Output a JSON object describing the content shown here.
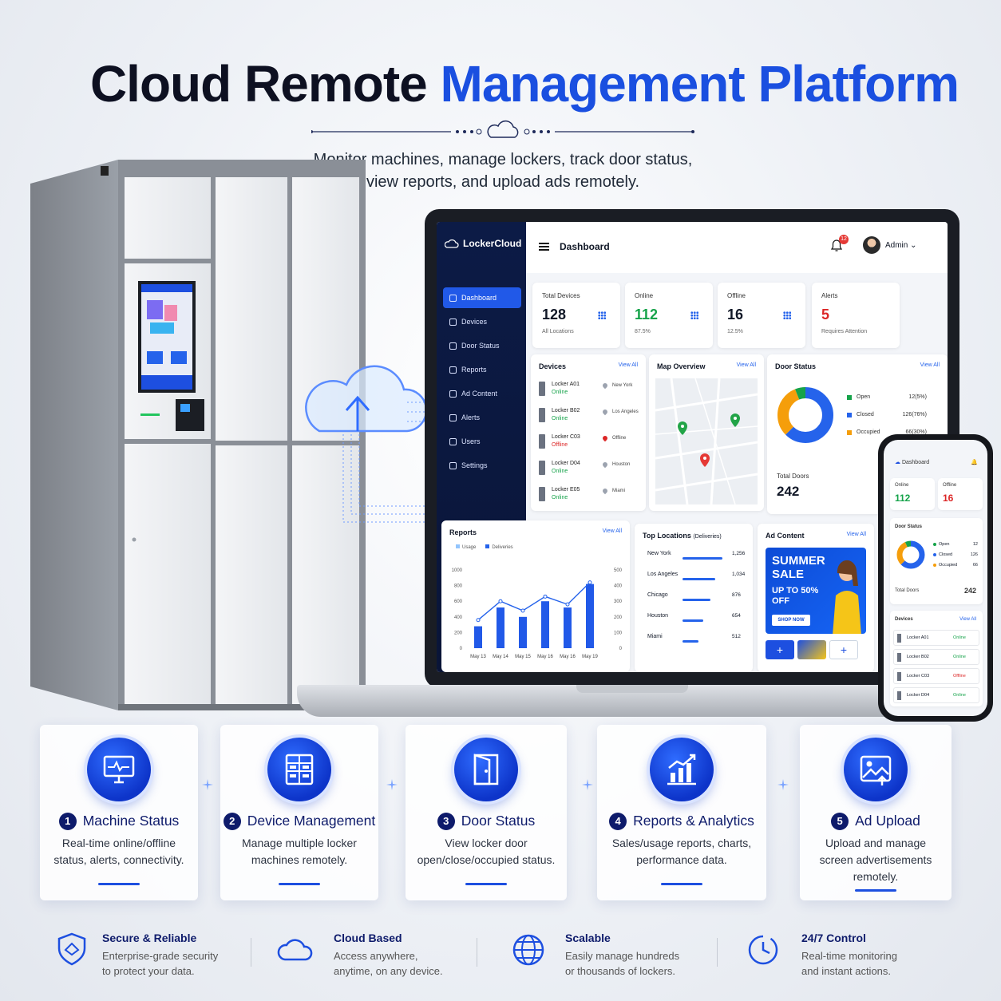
{
  "header": {
    "title_part1": "Cloud Remote",
    "title_part2": "Management Platform",
    "subtitle_line1": "Monitor machines, manage lockers, track door status,",
    "subtitle_line2": "view reports, and upload ads remotely."
  },
  "colors": {
    "brand_blue": "#1a4fe0",
    "navy": "#0e1b6b",
    "online": "#16a34a",
    "offline": "#dc2626"
  },
  "dashboard": {
    "brand": "LockerCloud",
    "page_title": "Dashboard",
    "notification_count": "12",
    "user_name": "Admin",
    "nav": [
      {
        "label": "Dashboard",
        "icon": "dashboard-icon"
      },
      {
        "label": "Devices",
        "icon": "devices-icon"
      },
      {
        "label": "Door Status",
        "icon": "door-icon"
      },
      {
        "label": "Reports",
        "icon": "reports-icon"
      },
      {
        "label": "Ad Content",
        "icon": "ad-icon"
      },
      {
        "label": "Alerts",
        "icon": "alert-icon"
      },
      {
        "label": "Users",
        "icon": "users-icon"
      },
      {
        "label": "Settings",
        "icon": "gear-icon"
      }
    ],
    "stats": [
      {
        "label": "Total Devices",
        "value": "128",
        "sub": "All Locations",
        "color": "#111827"
      },
      {
        "label": "Online",
        "value": "112",
        "sub": "87.5%",
        "color": "#16a34a"
      },
      {
        "label": "Offline",
        "value": "16",
        "sub": "12.5%",
        "color": "#111827"
      },
      {
        "label": "Alerts",
        "value": "5",
        "sub": "Requires Attention",
        "color": "#dc2626"
      }
    ],
    "devices_panel": {
      "title": "Devices",
      "view_all": "View All",
      "rows": [
        {
          "name": "Locker A01",
          "status": "Online",
          "location": "New York"
        },
        {
          "name": "Locker B02",
          "status": "Online",
          "location": "Los Angeles"
        },
        {
          "name": "Locker C03",
          "status": "Offline",
          "location": "Offline"
        },
        {
          "name": "Locker D04",
          "status": "Online",
          "location": "Houston"
        },
        {
          "name": "Locker E05",
          "status": "Online",
          "location": "Miami"
        }
      ]
    },
    "map_panel": {
      "title": "Map Overview",
      "view_all": "View All"
    },
    "door_panel": {
      "title": "Door Status",
      "view_all": "View All",
      "legend": [
        {
          "label": "Open",
          "value": "12(5%)",
          "color": "#16a34a"
        },
        {
          "label": "Closed",
          "value": "126(76%)",
          "color": "#2563eb"
        },
        {
          "label": "Occupied",
          "value": "66(30%)",
          "color": "#f59e0b"
        }
      ],
      "total_label": "Total Doors",
      "total_value": "242"
    },
    "reports_panel": {
      "title": "Reports",
      "view_all": "View All",
      "legend": [
        "Usage",
        "Deliveries"
      ],
      "y_left": [
        "1000",
        "800",
        "600",
        "400",
        "200",
        "0"
      ],
      "y_right": [
        "500",
        "400",
        "300",
        "200",
        "100",
        "0"
      ]
    },
    "top_locations": {
      "title": "Top Locations",
      "title_suffix": "(Deliveries)",
      "rows": [
        {
          "name": "New York",
          "value": "1,256"
        },
        {
          "name": "Los Angeles",
          "value": "1,034"
        },
        {
          "name": "Chicago",
          "value": "876"
        },
        {
          "name": "Houston",
          "value": "654"
        },
        {
          "name": "Miami",
          "value": "512"
        }
      ]
    },
    "ad_panel": {
      "title": "Ad Content",
      "view_all": "View All",
      "headline": "SUMMER SALE",
      "offer": "UP TO 50% OFF",
      "button": "SHOP NOW"
    }
  },
  "chart_data": {
    "type": "bar",
    "title": "Reports",
    "categories": [
      "May 13",
      "May 14",
      "May 15",
      "May 16",
      "May 16",
      "May 19"
    ],
    "series": [
      {
        "name": "Usage",
        "type": "bar",
        "values": [
          280,
          520,
          400,
          600,
          520,
          820
        ]
      },
      {
        "name": "Deliveries",
        "type": "line",
        "values": [
          180,
          300,
          240,
          330,
          280,
          420
        ]
      }
    ],
    "ylim": [
      0,
      1000
    ],
    "y2lim": [
      0,
      500
    ]
  },
  "phone": {
    "title": "Dashboard",
    "online_label": "Online",
    "online_value": "112",
    "offline_label": "Offline",
    "offline_value": "16",
    "door_title": "Door Status",
    "legend": [
      {
        "label": "Open",
        "value": "12"
      },
      {
        "label": "Closed",
        "value": "126"
      },
      {
        "label": "Occupied",
        "value": "66"
      }
    ],
    "total_label": "Total Doors",
    "total_value": "242",
    "devices_title": "Devices",
    "view_all": "View All",
    "devices": [
      {
        "name": "Locker A01",
        "status": "Online"
      },
      {
        "name": "Locker B02",
        "status": "Online"
      },
      {
        "name": "Locker C03",
        "status": "Offline"
      },
      {
        "name": "Locker D04",
        "status": "Online"
      }
    ]
  },
  "features": [
    {
      "num": "1",
      "title": "Machine Status",
      "desc": "Real-time online/offline status, alerts, connectivity.",
      "icon": "monitor-pulse-icon"
    },
    {
      "num": "2",
      "title": "Device Management",
      "desc": "Manage multiple locker machines remotely.",
      "icon": "locker-grid-icon"
    },
    {
      "num": "3",
      "title": "Door Status",
      "desc": "View locker door open/close/occupied status.",
      "icon": "door-icon"
    },
    {
      "num": "4",
      "title": "Reports & Analytics",
      "desc": "Sales/usage reports, charts, performance data.",
      "icon": "bar-chart-icon"
    },
    {
      "num": "5",
      "title": "Ad Upload",
      "desc": "Upload and manage screen advertisements remotely.",
      "icon": "image-upload-icon"
    }
  ],
  "badges": [
    {
      "title": "Secure & Reliable",
      "line1": "Enterprise-grade security",
      "line2": "to protect your data.",
      "icon": "shield-icon"
    },
    {
      "title": "Cloud Based",
      "line1": "Access anywhere,",
      "line2": "anytime, on any device.",
      "icon": "cloud-icon"
    },
    {
      "title": "Scalable",
      "line1": "Easily manage hundreds",
      "line2": "or thousands of lockers.",
      "icon": "globe-icon"
    },
    {
      "title": "24/7 Control",
      "line1": "Real-time monitoring",
      "line2": "and instant actions.",
      "icon": "clock-icon"
    }
  ]
}
